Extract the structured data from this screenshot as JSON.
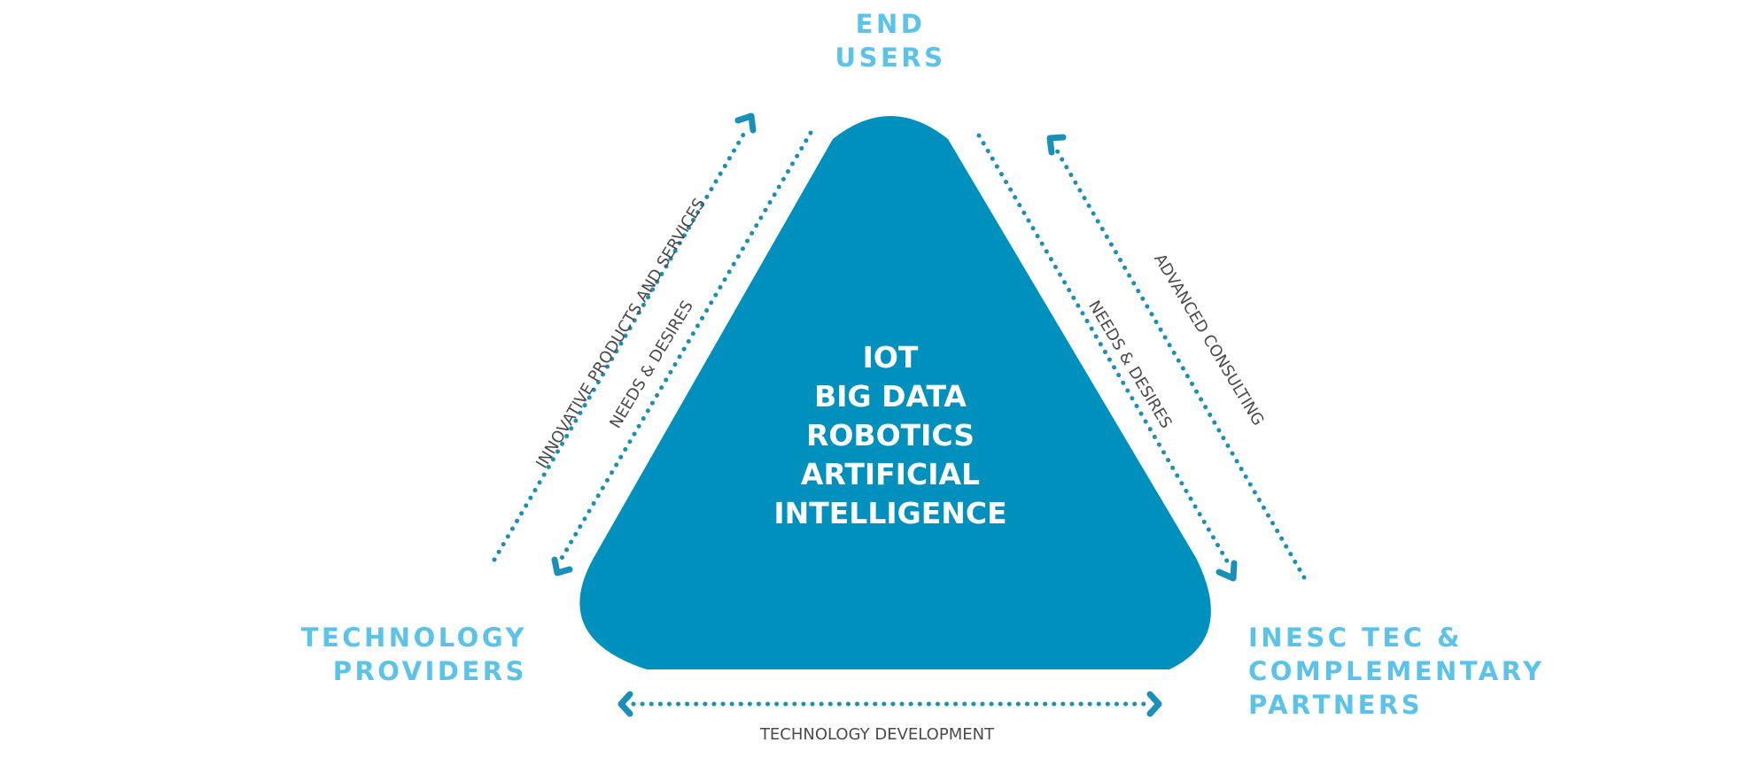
{
  "nodes": {
    "end_users": [
      "END",
      "USERS"
    ],
    "technology_providers": [
      "TECHNOLOGY",
      "PROVIDERS"
    ],
    "inesc_partners": [
      "INESC TEC &",
      "COMPLEMENTARY",
      "PARTNERS"
    ]
  },
  "core": {
    "lines": [
      "IOT",
      "BIG DATA",
      "ROBOTICS",
      "ARTIFICIAL",
      "INTELLIGENCE"
    ]
  },
  "flows": {
    "innovative": "INNOVATIVE PRODUCTS AND SERVICES",
    "needs_left": "NEEDS & DESIRES",
    "needs_right": "NEEDS & DESIRES",
    "advanced": "ADVANCED CONSULTING",
    "tech_dev": "TECHNOLOGY DEVELOPMENT"
  },
  "colors": {
    "triangle": "#0090be",
    "arrow": "#1a8fb9",
    "node_label": "#5bc3ea",
    "flow_label": "#4a4a4a",
    "core_text": "#ffffff"
  }
}
